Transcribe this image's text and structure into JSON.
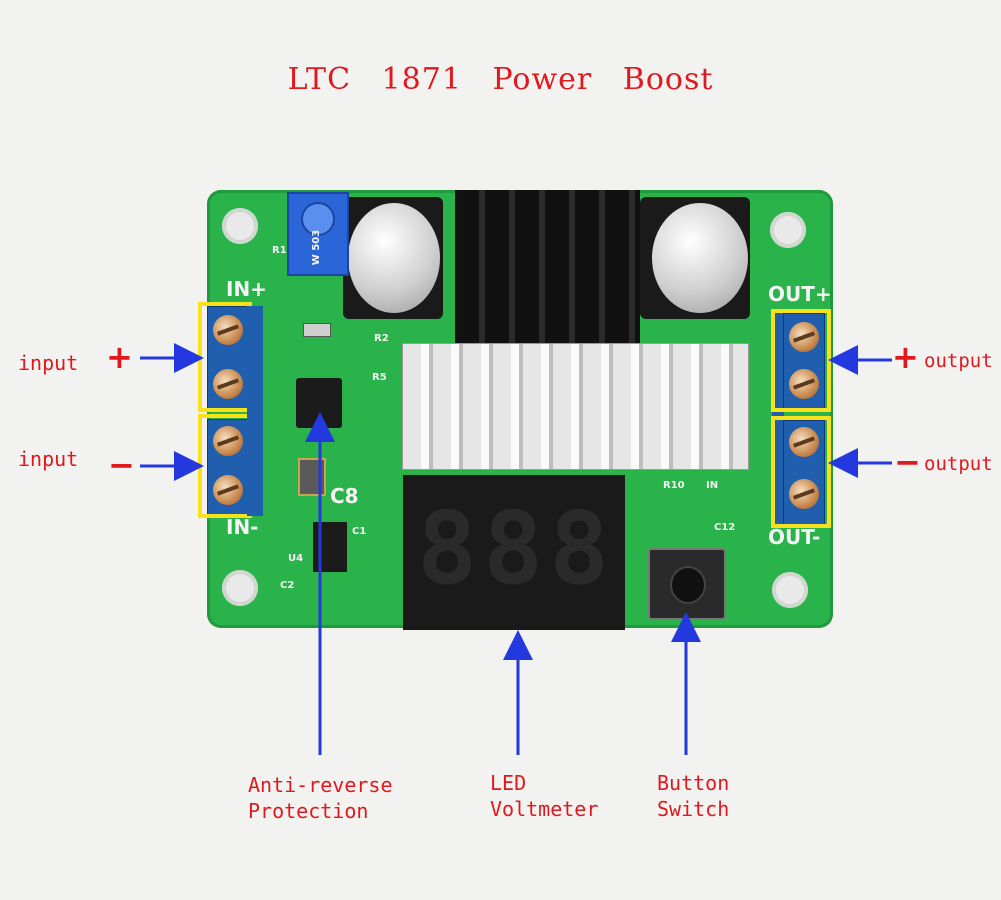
{
  "title": "LTC 1871   Power   Boost",
  "board_labels": {
    "in_plus": "IN+",
    "in_minus": "IN-",
    "out_plus": "OUT+",
    "out_minus": "OUT-",
    "c8": "C8",
    "r1": "R1",
    "r2": "R2",
    "r5": "R5",
    "r10": "R10",
    "in_led": "IN",
    "c12": "C12",
    "c1": "C1",
    "c2": "C2",
    "u4": "U4",
    "pot_text": "W 503"
  },
  "callouts": {
    "input_plus_label": "input",
    "input_plus_sign": "+",
    "input_minus_label": "input",
    "input_minus_sign": "−",
    "output_plus_label": "output",
    "output_plus_sign": "+",
    "output_minus_label": "output",
    "output_minus_sign": "−",
    "anti_reverse": [
      "Anti-reverse",
      "Protection"
    ],
    "led_voltmeter": [
      "LED",
      "Voltmeter"
    ],
    "button_switch": [
      "Button",
      "Switch"
    ]
  },
  "display_digits": [
    "8",
    "8",
    "8"
  ],
  "colors": {
    "label_red": "#e0191e",
    "arrow_blue": "#2438e0",
    "board_green": "#29b34a",
    "terminal_blue": "#1f5fae",
    "highlight_yellow": "#f6e11b"
  }
}
